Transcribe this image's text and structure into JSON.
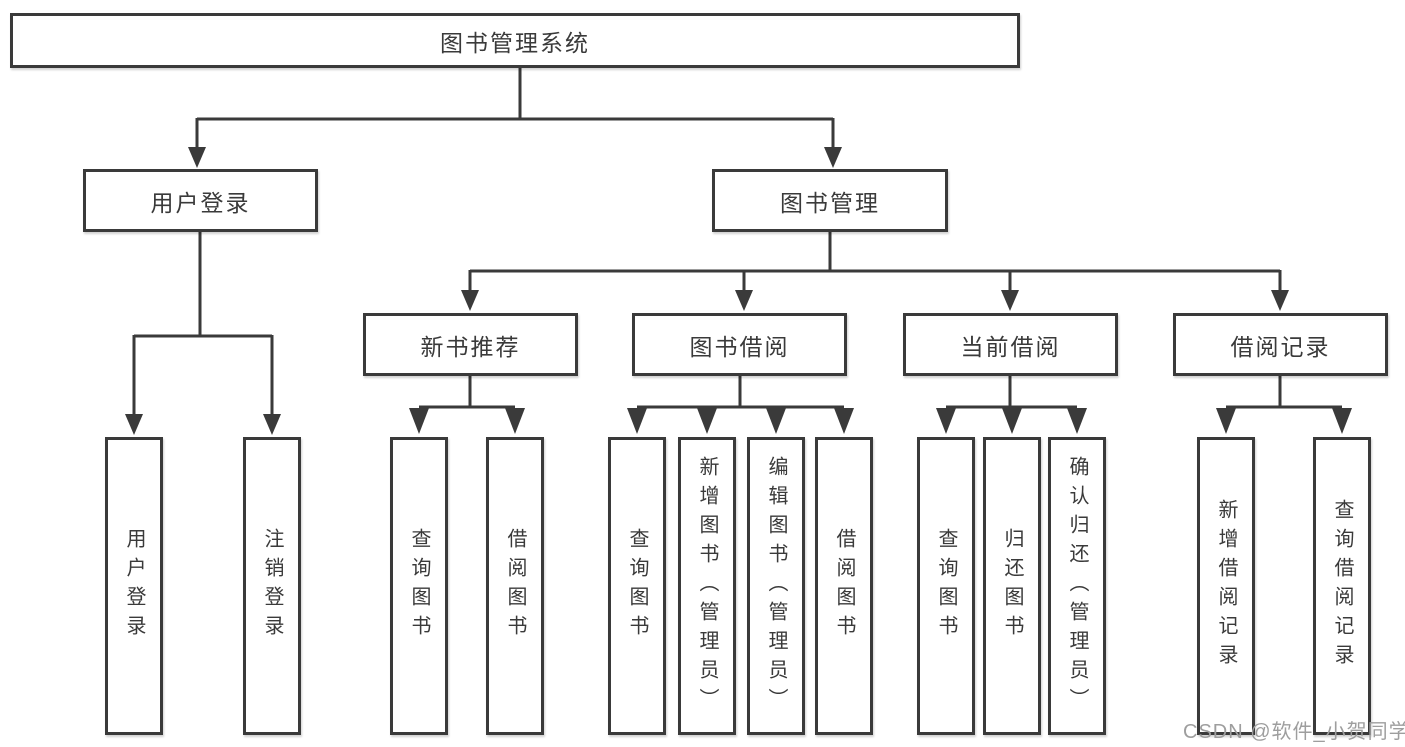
{
  "diagram_title": "图书管理系统",
  "tree": {
    "label": "图书管理系统",
    "children": [
      {
        "label": "用户登录",
        "children": [
          {
            "label": "用户登录"
          },
          {
            "label": "注销登录"
          }
        ]
      },
      {
        "label": "图书管理",
        "children": [
          {
            "label": "新书推荐",
            "children": [
              {
                "label": "查询图书"
              },
              {
                "label": "借阅图书"
              }
            ]
          },
          {
            "label": "图书借阅",
            "children": [
              {
                "label": "查询图书"
              },
              {
                "label": "新增图书（管理员）"
              },
              {
                "label": "编辑图书（管理员）"
              },
              {
                "label": "借阅图书"
              }
            ]
          },
          {
            "label": "当前借阅",
            "children": [
              {
                "label": "查询图书"
              },
              {
                "label": "归还图书"
              },
              {
                "label": "确认归还（管理员）"
              }
            ]
          },
          {
            "label": "借阅记录",
            "children": [
              {
                "label": "新增借阅记录"
              },
              {
                "label": "查询借阅记录"
              }
            ]
          }
        ]
      }
    ]
  },
  "watermark": {
    "text": "CSDN @软件_小贺同学"
  },
  "colors": {
    "line": "#3a3a3a",
    "text": "#3a3a3a",
    "background": "#ffffff",
    "watermark": "#9e9e9e"
  }
}
